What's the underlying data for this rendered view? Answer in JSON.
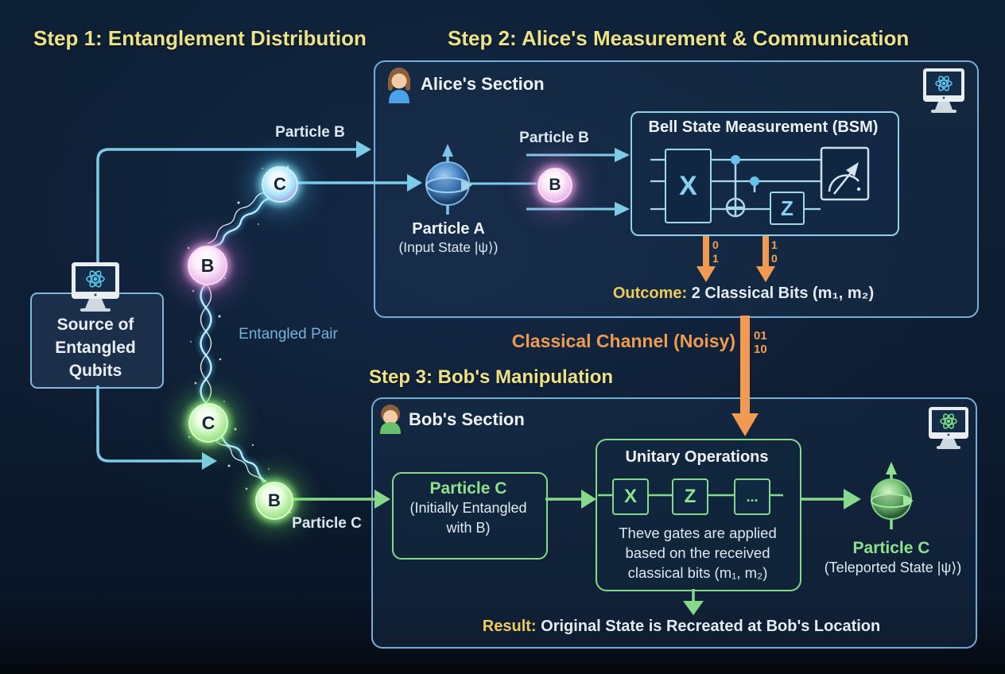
{
  "titles": {
    "step1": "Step 1: Entanglement Distribution",
    "step2": "Step 2: Alice's Measurement & Communication",
    "step3": "Step 3: Bob's Manipulation"
  },
  "source": {
    "lines": [
      "Source of",
      "Entangled",
      "Qubits"
    ]
  },
  "left_labels": {
    "particle_b": "Particle B",
    "entangled_pair": "Entangled Pair",
    "particle_c": "Particle C"
  },
  "chain": {
    "q1": "C",
    "q2": "B",
    "q3": "C",
    "q4": "B"
  },
  "alice": {
    "title": "Alice's Section",
    "particle_a": {
      "name": "Particle A",
      "state": "(Input State |ψ⟩)"
    },
    "particle_b_label": "Particle B",
    "particle_b_badge": "B",
    "bsm": {
      "title": "Bell State Measurement (BSM)",
      "x": "X",
      "z": "Z"
    },
    "bits": {
      "a1": [
        "0",
        "1"
      ],
      "a2": [
        "1",
        "0"
      ]
    },
    "outcome": {
      "prefix": "Outcome:",
      "text": " 2 Classical Bits (m₁, m₂)"
    }
  },
  "channel": {
    "label": "Classical Channel (Noisy)",
    "bits": [
      "01",
      "10"
    ]
  },
  "bob": {
    "title": "Bob's Section",
    "particle_c_box": {
      "name": "Particle C",
      "sub1": "(Initially Entangled",
      "sub2": "with B)"
    },
    "unitary": {
      "title": "Unitary Operations",
      "gates": [
        "X",
        "Z",
        "..."
      ],
      "desc1": "Theve gates are applied",
      "desc2": "based on the received",
      "desc3": "classical bits (m₁, m₂)"
    },
    "result": {
      "prefix": "Result:",
      "text": " Original State is Recreated at Bob's Location"
    },
    "particle_c_out": {
      "name": "Particle C",
      "state": "(Teleported State |ψ⟩)"
    }
  }
}
